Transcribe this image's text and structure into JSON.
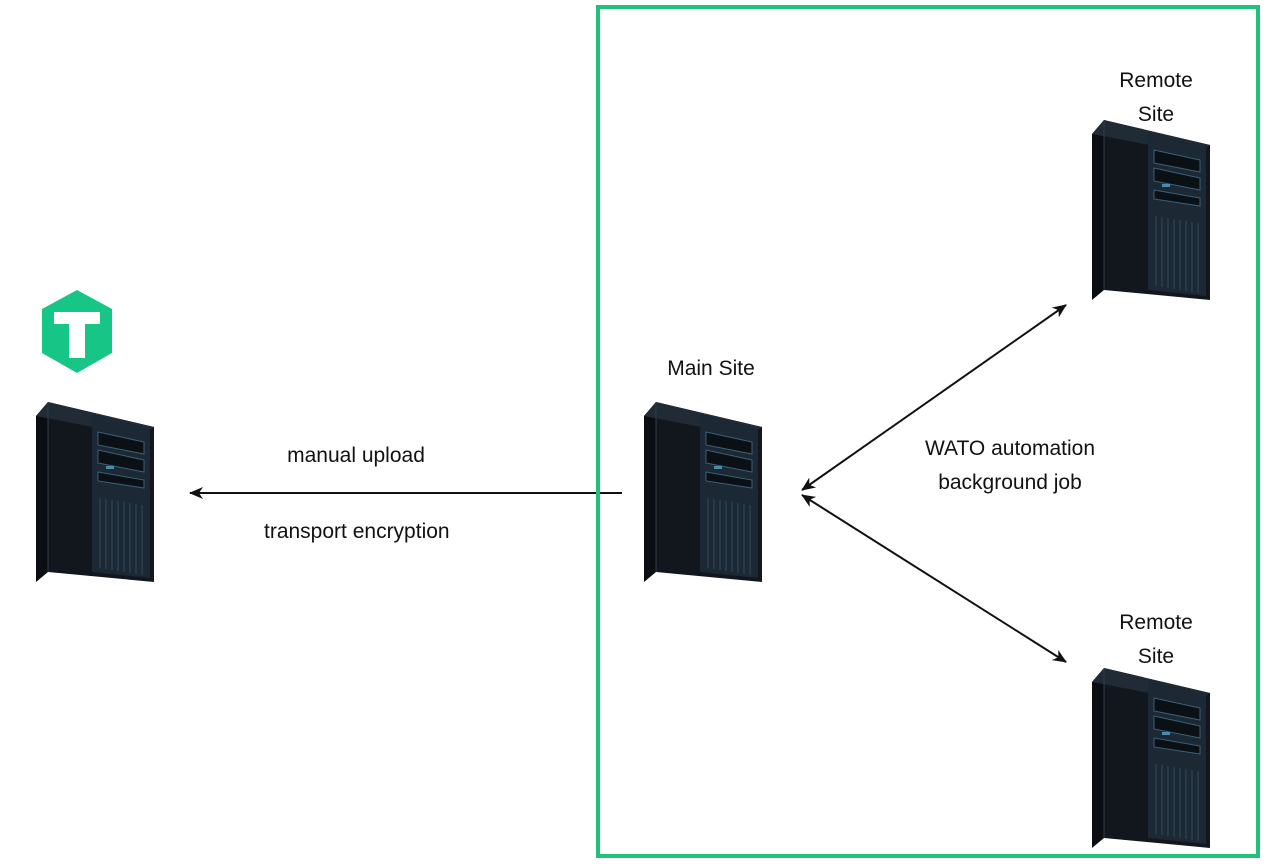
{
  "diagram": {
    "colors": {
      "region_border": "#1fc27a",
      "logo": "#17c686",
      "server_body": "#12171d",
      "server_front": "#1c2834",
      "server_side": "#0a0d11",
      "server_highlight": "#3a6179",
      "arrow": "#111111"
    },
    "logo": {
      "icon": "arrow-up-hexagon-icon"
    },
    "nodes": {
      "external_server": {
        "icon": "tower-server-icon"
      },
      "main_site": {
        "label": "Main Site",
        "icon": "tower-server-icon"
      },
      "remote_site_top": {
        "label": "Remote\nSite",
        "icon": "tower-server-icon"
      },
      "remote_site_bottom": {
        "label": "Remote\nSite",
        "icon": "tower-server-icon"
      }
    },
    "edges": {
      "upload": {
        "label_top": "manual upload",
        "label_bottom": "transport encryption",
        "direction": "main_site → external_server"
      },
      "automation": {
        "label": "WATO automation\nbackground job",
        "direction": "bidirectional"
      }
    }
  }
}
